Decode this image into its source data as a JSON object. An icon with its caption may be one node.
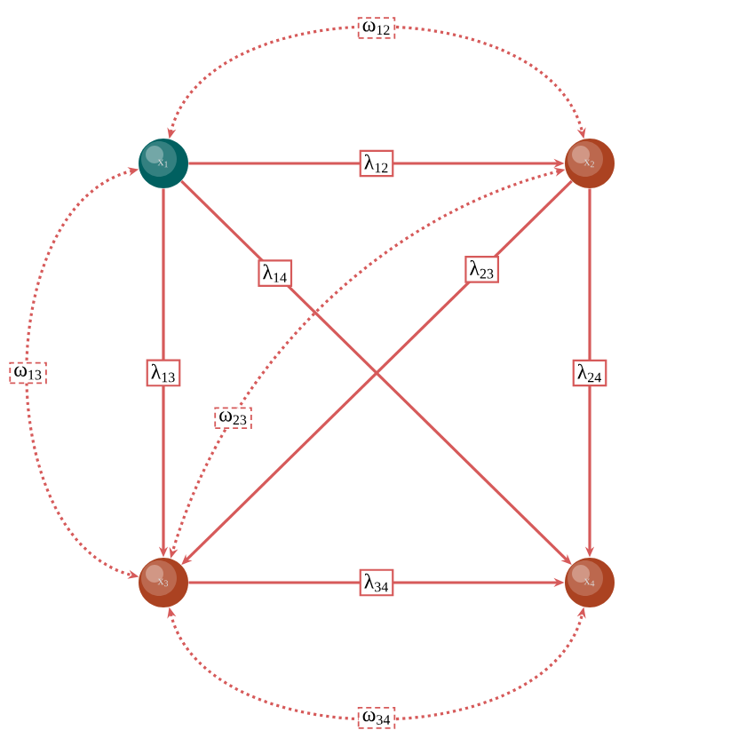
{
  "diagram": {
    "nodes": [
      {
        "text": [
          "x$_{1}$"
        ]
      },
      {
        "text": [
          "x$_{2}$"
        ]
      },
      {
        "text": [
          "x$_{3}$"
        ]
      },
      {
        "text": [
          "x$_{4}$"
        ]
      }
    ],
    "edges": [
      {
        "from": 0,
        "to": 1,
        "arrow": "to",
        "label": "λ$_{12}$"
      },
      {
        "from": 0,
        "to": 3,
        "arrow": "to",
        "label": "λ$_{14}$"
      },
      {
        "from": 1,
        "to": 2,
        "arrow": "to",
        "label": "λ$_{23}$"
      },
      {
        "from": 0,
        "to": 2,
        "arrow": "to",
        "label": "λ$_{13}$"
      },
      {
        "from": 1,
        "to": 3,
        "arrow": "to",
        "label": "λ$_{24}$"
      },
      {
        "from": 2,
        "to": 3,
        "arrow": "to",
        "label": "λ$_{34}$"
      },
      {
        "from": 0,
        "to": 1,
        "arrow": "both",
        "label": "ω$_{12}$",
        "style": "dashed"
      },
      {
        "from": 0,
        "to": 2,
        "arrow": "both",
        "label": "ω$_{13}$",
        "style": "dashed"
      },
      {
        "from": 1,
        "to": 2,
        "arrow": "both",
        "label": "ω$_{23}$",
        "style": "dashed"
      },
      {
        "from": 2,
        "to": 3,
        "arrow": "both",
        "label": "ω$_{34}$",
        "style": "dashed"
      }
    ]
  }
}
